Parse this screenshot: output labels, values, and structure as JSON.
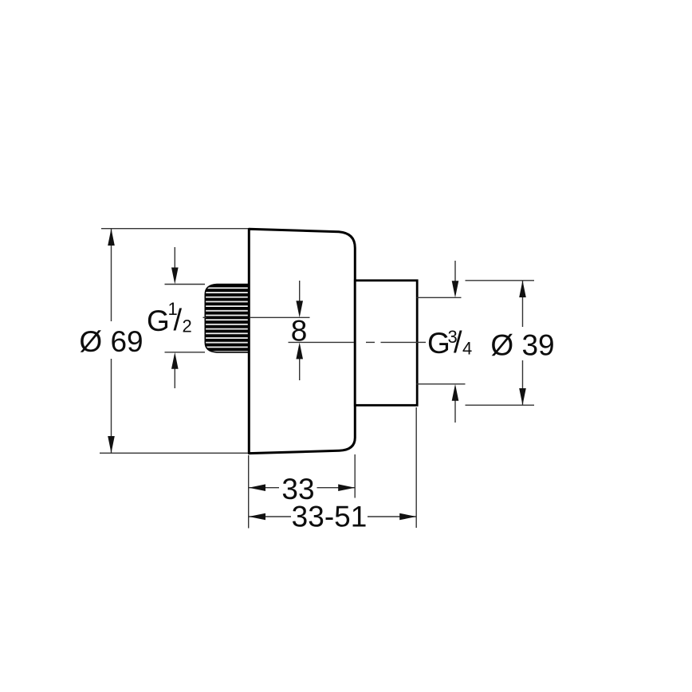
{
  "drawing": {
    "dimensions": {
      "body_diameter": {
        "label": "Ø 69"
      },
      "inlet_thread": {
        "prefix": "G",
        "numerator": "1",
        "slash": "/",
        "denominator": "2"
      },
      "axis_offset": {
        "label": "8"
      },
      "outlet_thread": {
        "prefix": "G",
        "numerator": "3",
        "slash": "/",
        "denominator": "4"
      },
      "outlet_diameter": {
        "label": "Ø 39"
      },
      "mounting_depth": {
        "label": "33"
      },
      "mounting_depth_range": {
        "label": "33-51"
      }
    },
    "colors": {
      "outline": "#000000",
      "dimension_lines": "#333333",
      "background": "#ffffff",
      "knurl_fill": "#000000"
    }
  }
}
